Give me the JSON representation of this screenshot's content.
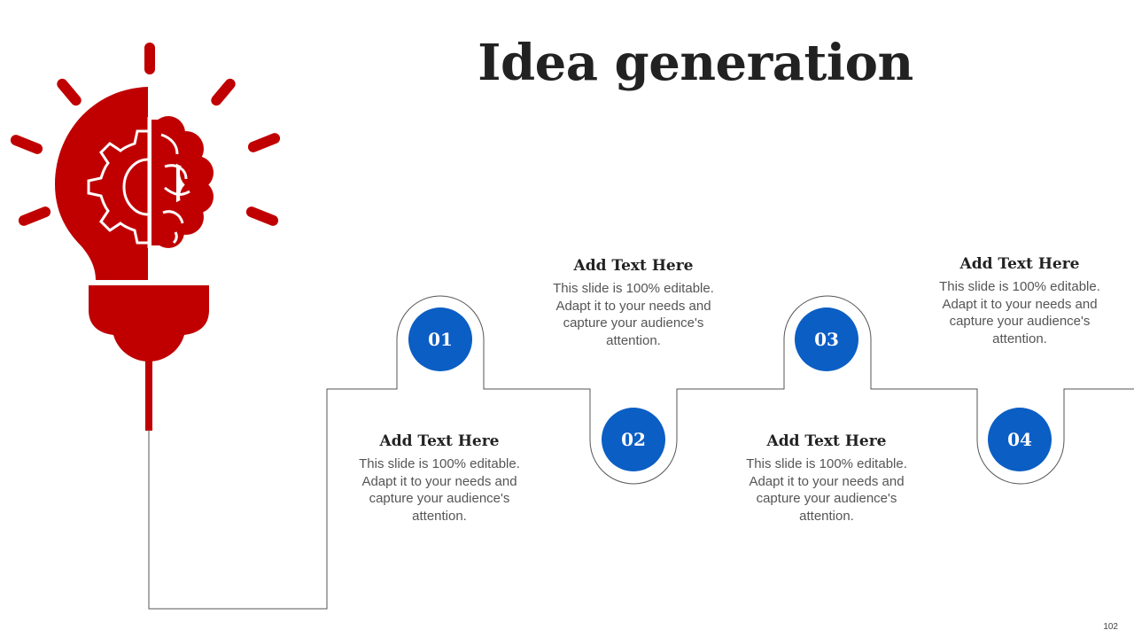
{
  "title": "Idea generation",
  "page_number": "102",
  "colors": {
    "accent_red": "#c00000",
    "badge_blue": "#0b5ec4",
    "text_dark": "#222222",
    "text_gray": "#555555"
  },
  "icon": "lightbulb-gear-brain-icon",
  "steps": [
    {
      "number": "01",
      "heading": "Add Text Here",
      "body": "This slide is 100% editable. Adapt it to your needs and capture your audience's attention."
    },
    {
      "number": "02",
      "heading": "Add Text Here",
      "body": "This slide is 100% editable. Adapt it to your needs and capture your audience's attention."
    },
    {
      "number": "03",
      "heading": "Add Text Here",
      "body": "This slide is 100% editable. Adapt it to your needs and capture your audience's attention."
    },
    {
      "number": "04",
      "heading": "Add Text Here",
      "body": "This slide is 100% editable. Adapt it to your needs and capture your audience's attention."
    }
  ]
}
